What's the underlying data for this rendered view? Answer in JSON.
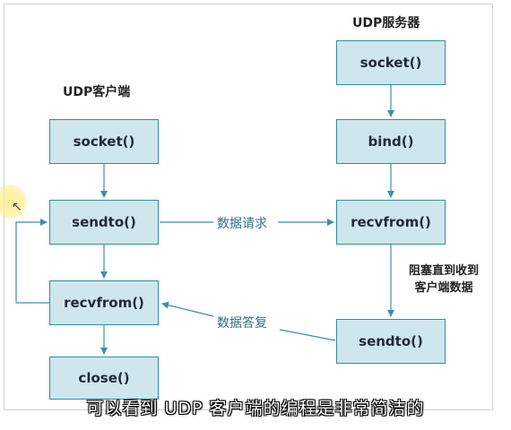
{
  "diagram": {
    "client_title": "UDP客户端",
    "server_title": "UDP服务器",
    "client_nodes": {
      "socket": "socket()",
      "sendto": "sendto()",
      "recvfrom": "recvfrom()",
      "close": "close()"
    },
    "server_nodes": {
      "socket": "socket()",
      "bind": "bind()",
      "recvfrom": "recvfrom()",
      "sendto": "sendto()"
    },
    "edges": {
      "request_label": "数据请求",
      "reply_label": "数据答复",
      "block_note_line1": "阻塞直到收到",
      "block_note_line2": "客户端数据"
    }
  },
  "video": {
    "subtitle": "可以看到 UDP 客户端的编程是非常简洁的"
  },
  "colors": {
    "box_fill": "#cfe6ec",
    "box_border": "#2f8ea6",
    "arrow": "#3a8fb0"
  }
}
